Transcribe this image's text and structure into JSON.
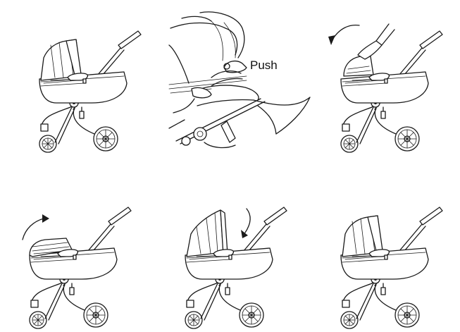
{
  "figure": {
    "steps": [
      {
        "name": "step-1",
        "canopy": "extended"
      },
      {
        "name": "step-2",
        "canopy": "closeup",
        "label": "Push"
      },
      {
        "name": "step-3",
        "canopy": "folding",
        "arrow": "counterclockwise"
      },
      {
        "name": "step-4",
        "canopy": "folded",
        "arrow": "clockwise"
      },
      {
        "name": "step-5",
        "canopy": "unfolding",
        "arrow": "clockwise-down"
      },
      {
        "name": "step-6",
        "canopy": "extended"
      }
    ],
    "push_label": "Push"
  },
  "colors": {
    "line": "#1a1a1a",
    "background": "#ffffff"
  },
  "icons": [
    "rotate-arrow-icon",
    "stroller-icon",
    "hand-icon"
  ]
}
